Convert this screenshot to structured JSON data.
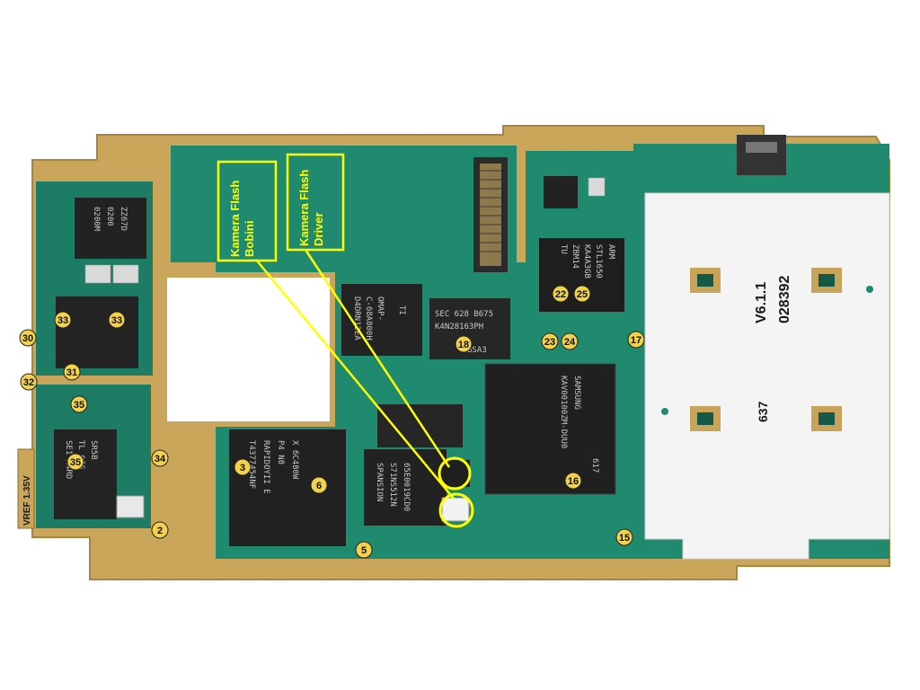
{
  "annotations": {
    "kamera_flash_bobini": [
      "Kamera Flash",
      "Bobini"
    ],
    "kamera_flash_driver": [
      "Kamera Flash",
      "Driver"
    ],
    "vref": "VREF 1.35V"
  },
  "callout_numbers": [
    "2",
    "3",
    "5",
    "6",
    "15",
    "16",
    "17",
    "18",
    "22",
    "23",
    "24",
    "25",
    "30",
    "31",
    "32",
    "33",
    "33",
    "34",
    "35",
    "35"
  ],
  "shield_text": {
    "version": "V6.1.1",
    "serial": "028392",
    "code": "637"
  },
  "chip_markings": {
    "samsung": [
      "SAMSUNG",
      "KAV00100ZM-DUU0",
      "617"
    ],
    "ti": [
      "TI",
      "D4DRN12EA",
      "C-68A800H",
      "OMAP-"
    ],
    "sec": [
      "SEC 628 B675",
      "K4N28163PH",
      "BSA3"
    ],
    "arm": [
      "ARM",
      "STL1650",
      "KA4A3GB",
      "ZBM14",
      "TU"
    ],
    "spansion": [
      "SPANSION",
      "S71NS512N",
      "65E0019CD0"
    ],
    "bottom_left": [
      "T4377454NF",
      "RAPIDOYII E",
      "P4 N8",
      "X 6C480W"
    ],
    "left_small": [
      "0200M",
      "0200",
      "ZZ67D"
    ],
    "left_chip_2": [
      "SE1 A4RD",
      "TL 0JS",
      "SR5B"
    ]
  },
  "colors": {
    "board_gold": "#c9a65a",
    "pcb_green": "#1f8a6e",
    "pcb_green_light": "#2ea283",
    "annotation_yellow": "#ffff00",
    "shield_white": "#f4f4f4"
  }
}
